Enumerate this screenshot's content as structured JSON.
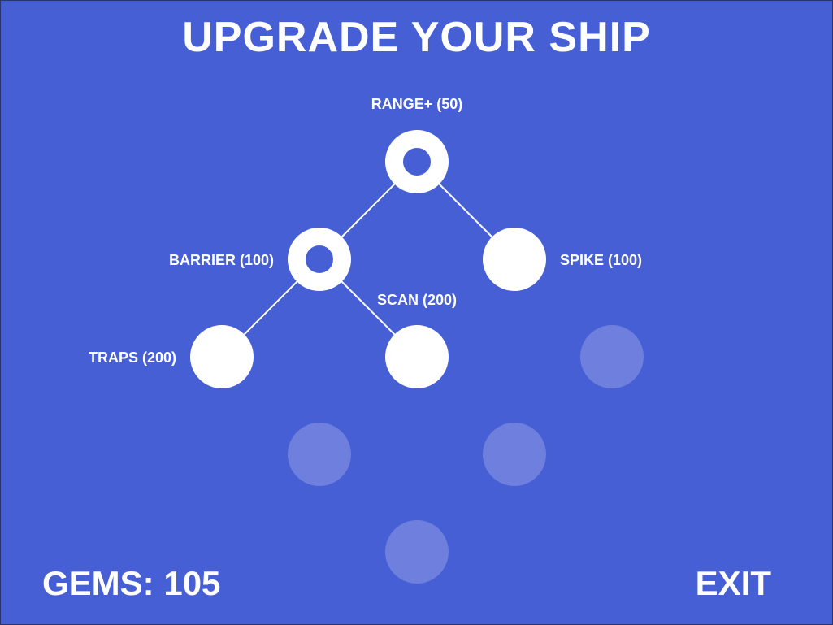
{
  "title": "UPGRADE YOUR SHIP",
  "gems": {
    "label": "GEMS: 105"
  },
  "exit": {
    "label": "EXIT"
  },
  "colors": {
    "background": "#465fd5",
    "node": "#ffffff",
    "locked_node": "#6e7fde",
    "link": "#ffffff"
  },
  "tree": {
    "nodes": [
      {
        "id": "range",
        "label": "RANGE+ (50)",
        "state": "owned"
      },
      {
        "id": "barrier",
        "label": "BARRIER (100)",
        "state": "owned"
      },
      {
        "id": "spike",
        "label": "SPIKE (100)",
        "state": "available"
      },
      {
        "id": "traps",
        "label": "TRAPS (200)",
        "state": "available"
      },
      {
        "id": "scan",
        "label": "SCAN (200)",
        "state": "available"
      },
      {
        "id": "locked-1",
        "label": "",
        "state": "locked"
      },
      {
        "id": "locked-2",
        "label": "",
        "state": "locked"
      },
      {
        "id": "locked-3",
        "label": "",
        "state": "locked"
      },
      {
        "id": "locked-4",
        "label": "",
        "state": "locked"
      }
    ],
    "links": [
      [
        "range",
        "barrier"
      ],
      [
        "range",
        "spike"
      ],
      [
        "barrier",
        "traps"
      ],
      [
        "barrier",
        "scan"
      ]
    ]
  }
}
